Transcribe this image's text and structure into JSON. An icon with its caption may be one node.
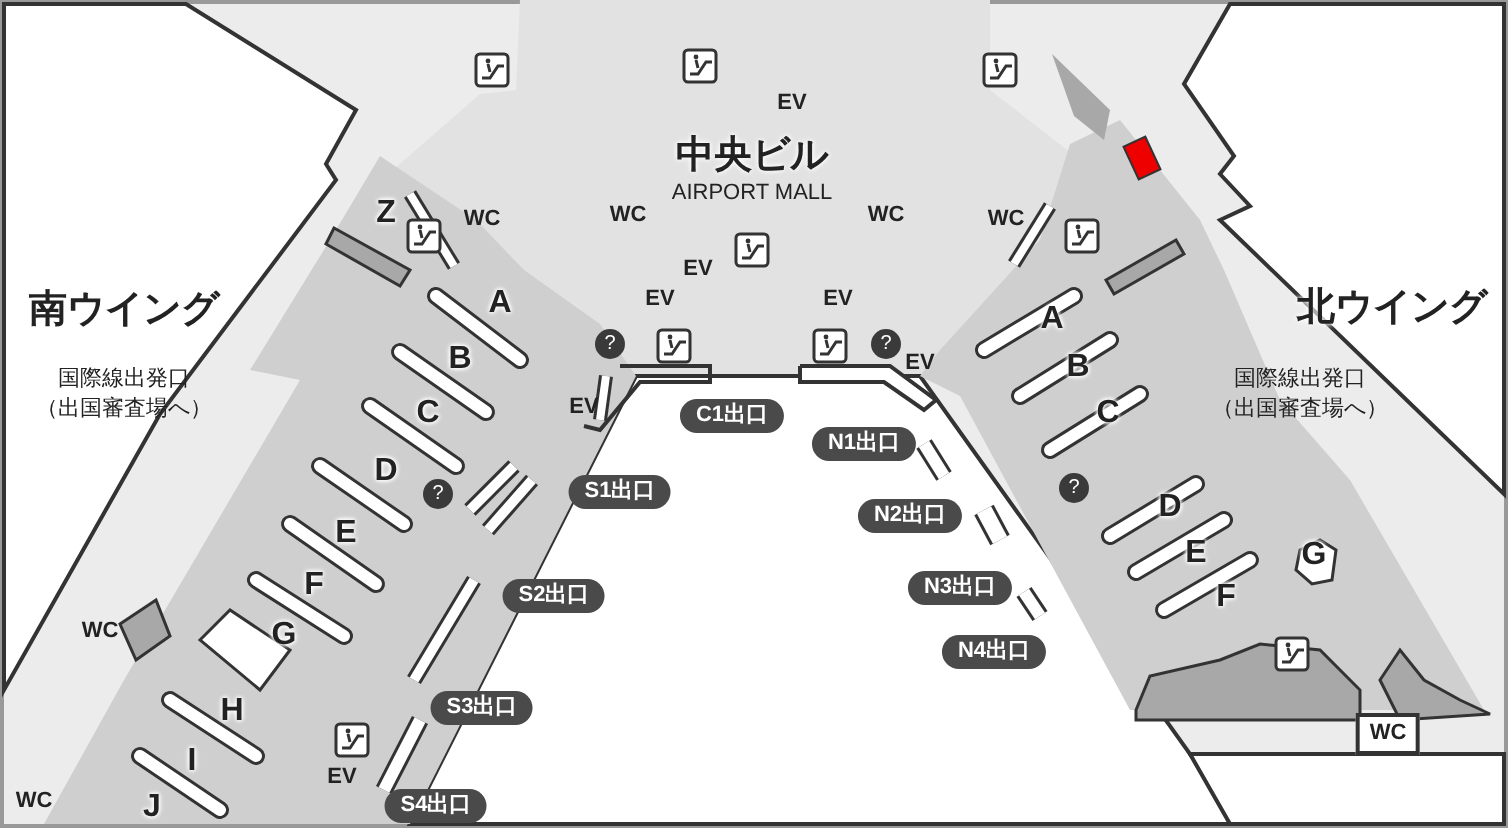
{
  "diagram": {
    "nodes": [
      {
        "text": [
          "C1出口"
        ]
      },
      {
        "text": [
          "N1出口"
        ]
      },
      {
        "text": [
          "S1出口"
        ]
      },
      {
        "text": [
          "N2出口"
        ]
      },
      {
        "text": [
          "S2出口"
        ]
      },
      {
        "text": [
          "N3出口"
        ]
      },
      {
        "text": [
          "N4出口"
        ]
      },
      {
        "text": [
          "S3出口"
        ]
      },
      {
        "text": [
          "WC"
        ]
      },
      {
        "text": [
          "S4出口"
        ]
      }
    ],
    "labels": [
      "EV",
      "中央ビル",
      "AIRPORT MALL",
      "Z",
      "WC",
      "WC",
      "WC",
      "WC",
      "EV",
      "南ウイング",
      "A",
      "EV",
      "EV",
      "A",
      "北ウイング",
      "B",
      "?",
      "?",
      "EV",
      "B",
      "国際線出発口",
      "国際線出発口",
      "（出国審査場へ）",
      "C",
      "EV",
      "C",
      "（出国審査場へ）",
      "D",
      "?",
      "?",
      "D",
      "E",
      "E",
      "G",
      "F",
      "F",
      "WC",
      "G",
      "H",
      "I",
      "EV",
      "WC",
      "J"
    ]
  }
}
